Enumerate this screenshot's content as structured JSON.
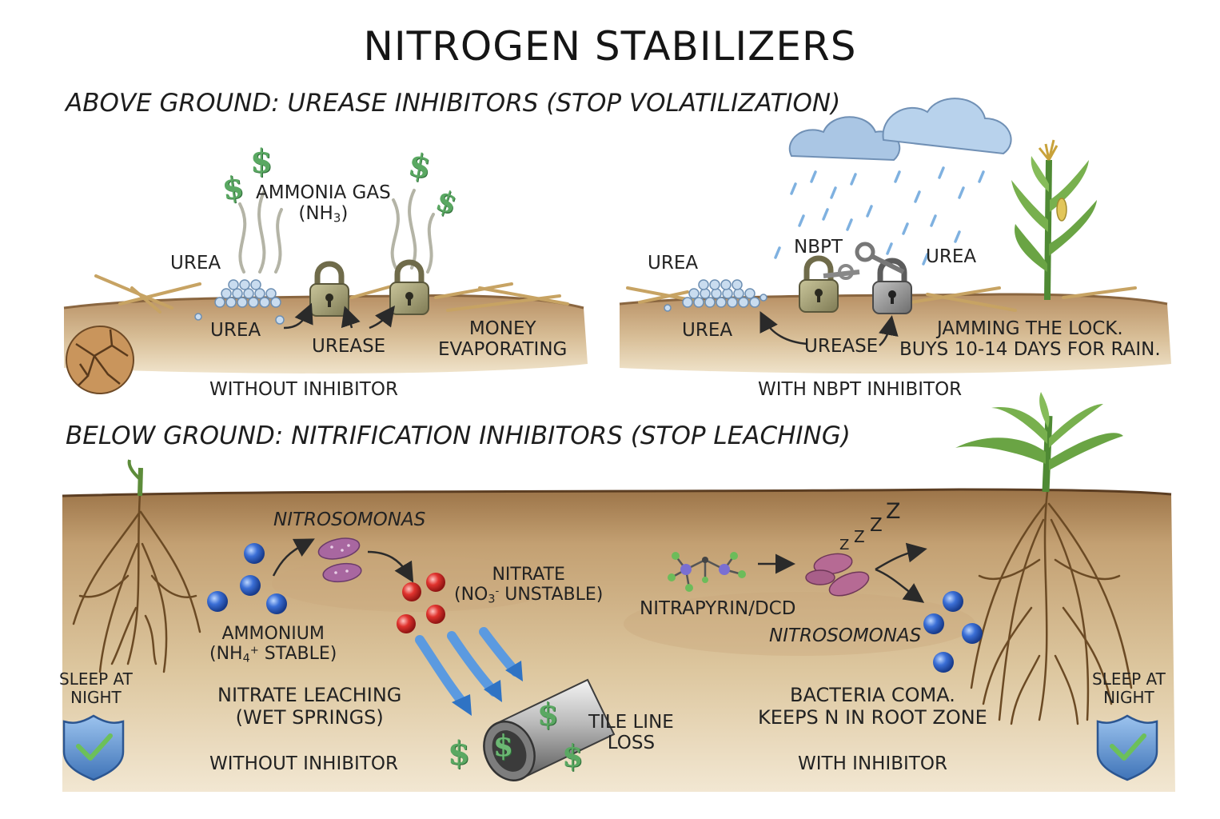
{
  "title": "NITROGEN STABILIZERS",
  "above": {
    "heading": "ABOVE GROUND: UREASE INHIBITORS (STOP VOLATILIZATION)",
    "left": {
      "ammonia_gas": "AMMONIA GAS",
      "nh3_formula": "(NH",
      "nh3_sub": "3",
      "nh3_close": ")",
      "urea_top": "UREA",
      "urea_bottom": "UREA",
      "urease": "UREASE",
      "money_line1": "MONEY",
      "money_line2": "EVAPORATING",
      "caption": "WITHOUT INHIBITOR"
    },
    "right": {
      "urea_left": "UREA",
      "urea_bottom": "UREA",
      "nbpt": "NBPT",
      "urea_right": "UREA",
      "urease": "UREASE",
      "note_line1": "JAMMING THE LOCK.",
      "note_line2": "BUYS 10-14 DAYS FOR RAIN.",
      "caption": "WITH NBPT INHIBITOR"
    }
  },
  "below": {
    "heading": "BELOW GROUND: NITRIFICATION INHIBITORS (STOP LEACHING)",
    "left": {
      "nitrosomonas": "NITROSOMONAS",
      "ammonium": "AMMONIUM",
      "nh4_open": "(NH",
      "nh4_sub": "4",
      "nh4_sup": "+",
      "nh4_rest": " STABLE)",
      "nitrate": "NITRATE",
      "no3_open": "(NO",
      "no3_sub": "3",
      "no3_sup": "-",
      "no3_rest": " UNSTABLE)",
      "leaching_line1": "NITRATE LEACHING",
      "leaching_line2": "(WET SPRINGS)",
      "tile_line1": "TILE LINE",
      "tile_line2": "LOSS",
      "caption": "WITHOUT INHIBITOR",
      "badge_line1": "SLEEP AT",
      "badge_line2": "NIGHT"
    },
    "right": {
      "inhibitor": "NITRAPYRIN/DCD",
      "nitrosomonas": "NITROSOMONAS",
      "coma_line1": "BACTERIA COMA.",
      "coma_line2": "KEEPS N IN ROOT ZONE",
      "caption": "WITH INHIBITOR",
      "badge_line1": "SLEEP AT",
      "badge_line2": "NIGHT"
    }
  },
  "symbols": {
    "dollar": "$",
    "sleep": "Z"
  },
  "colors": {
    "soil": "#b58d5f",
    "soil_light": "#d8bf95",
    "ammonium": "#2f62c8",
    "nitrate": "#d8302e",
    "bacteria": "#9a5a8e",
    "money": "#5aa862",
    "shield": "#4f86c8",
    "rain": "#7fb1e0"
  }
}
